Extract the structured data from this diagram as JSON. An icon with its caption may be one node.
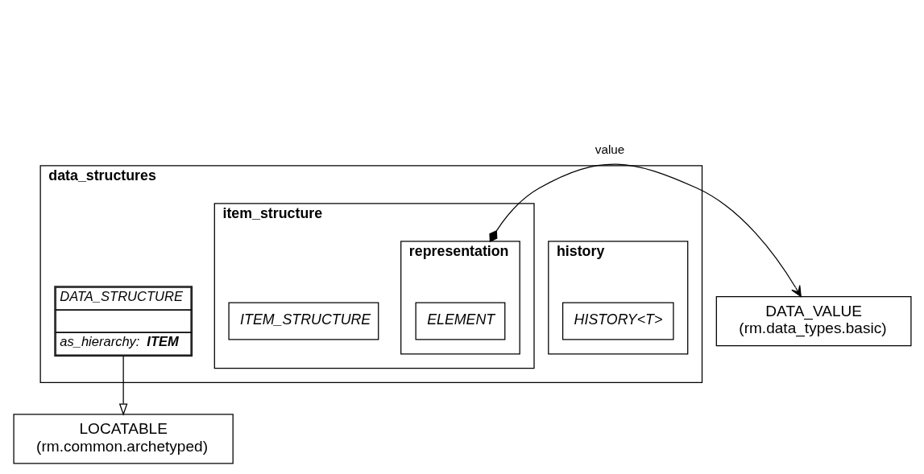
{
  "diagram": {
    "nodes": [
      {
        "text": [
          "LOCATABLE",
          "(rm.common.archetyped)"
        ]
      },
      {
        "text": [
          "data_structures"
        ]
      },
      {
        "text": [
          "DATA_STRUCTURE",
          "as_hierarchy: **ITEM**"
        ],
        "in": 1
      },
      {
        "text": [
          "history"
        ],
        "in": 1
      },
      {
        "text": [
          "HISTORY<T>"
        ],
        "in": 3
      },
      {
        "text": [
          "item_structure"
        ],
        "in": 1
      },
      {
        "text": [
          "ITEM_STRUCTURE"
        ],
        "in": 5
      },
      {
        "text": [
          "representation"
        ],
        "in": 5
      },
      {
        "text": [
          "ELEMENT"
        ],
        "in": 7
      },
      {
        "text": [
          "DATA_VALUE",
          "(rm.data_types.basic)"
        ]
      }
    ],
    "edges": [
      {
        "from": 2,
        "to": 0,
        "arrow": "to"
      },
      {
        "from": 7,
        "to": 9,
        "arrow": "to",
        "label": "value"
      }
    ]
  }
}
